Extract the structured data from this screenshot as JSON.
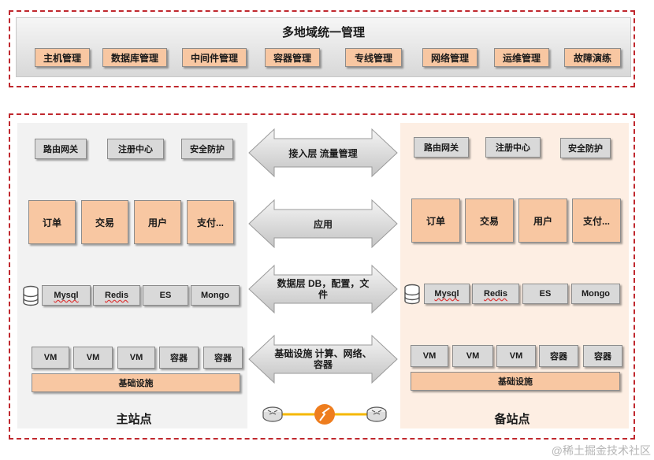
{
  "top": {
    "title": "多地域统一管理",
    "items": [
      "主机管理",
      "数据库管理",
      "中间件管理",
      "容器管理",
      "专线管理",
      "网络管理",
      "运维管理",
      "故障演练"
    ]
  },
  "left_site": {
    "name": "主站点",
    "gateway_row": [
      "路由网关",
      "注册中心",
      "安全防护"
    ],
    "apps": [
      "订单",
      "交易",
      "用户",
      "支付..."
    ],
    "data": [
      "Mysql",
      "Redis",
      "ES",
      "Mongo"
    ],
    "compute": [
      "VM",
      "VM",
      "VM",
      "容器",
      "容器"
    ],
    "infra": "基础设施"
  },
  "right_site": {
    "name": "备站点",
    "gateway_row": [
      "路由网关",
      "注册中心",
      "安全防护"
    ],
    "apps": [
      "订单",
      "交易",
      "用户",
      "支付..."
    ],
    "data": [
      "Mysql",
      "Redis",
      "ES",
      "Mongo"
    ],
    "compute": [
      "VM",
      "VM",
      "VM",
      "容器",
      "容器"
    ],
    "infra": "基础设施"
  },
  "arrows": [
    "接入层 流量管理",
    "应用",
    "数据层 DB，配置，文件",
    "基础设施 计算、网络、容器"
  ],
  "watermark": "@稀土掘金技术社区",
  "colors": {
    "dash": "#c0282e",
    "orange": "#f8c7a2",
    "gray_box": "#d9d9d9",
    "link": "#f5b800",
    "link_icon": "#ee7d1e"
  }
}
